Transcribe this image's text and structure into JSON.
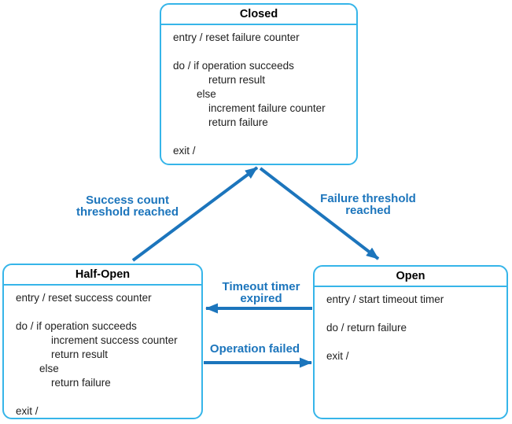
{
  "colors": {
    "box_border": "#36b5e9",
    "arrow": "#1c75bc",
    "transition_label": "#1c75bc",
    "body_text": "#212121",
    "title_text": "#000000",
    "background": "#ffffff"
  },
  "states": [
    {
      "id": "closed",
      "title": "Closed",
      "body": "entry / reset failure counter\n\ndo / if operation succeeds\n            return result\n        else\n            increment failure counter\n            return failure\n\nexit /"
    },
    {
      "id": "half-open",
      "title": "Half-Open",
      "body": "entry / reset success counter\n\ndo / if operation succeeds\n            increment success counter\n            return result\n        else\n            return failure\n\nexit /"
    },
    {
      "id": "open",
      "title": "Open",
      "body": "entry / start timeout timer\n\ndo / return failure\n\nexit /"
    }
  ],
  "transitions": [
    {
      "id": "success",
      "label": "Success count\nthreshold reached",
      "from": "Half-Open",
      "to": "Closed"
    },
    {
      "id": "failure",
      "label": "Failure threshold\nreached",
      "from": "Closed",
      "to": "Open"
    },
    {
      "id": "timeout",
      "label": "Timeout timer\nexpired",
      "from": "Open",
      "to": "Half-Open"
    },
    {
      "id": "operation-failed",
      "label": "Operation failed",
      "from": "Half-Open",
      "to": "Open"
    }
  ]
}
